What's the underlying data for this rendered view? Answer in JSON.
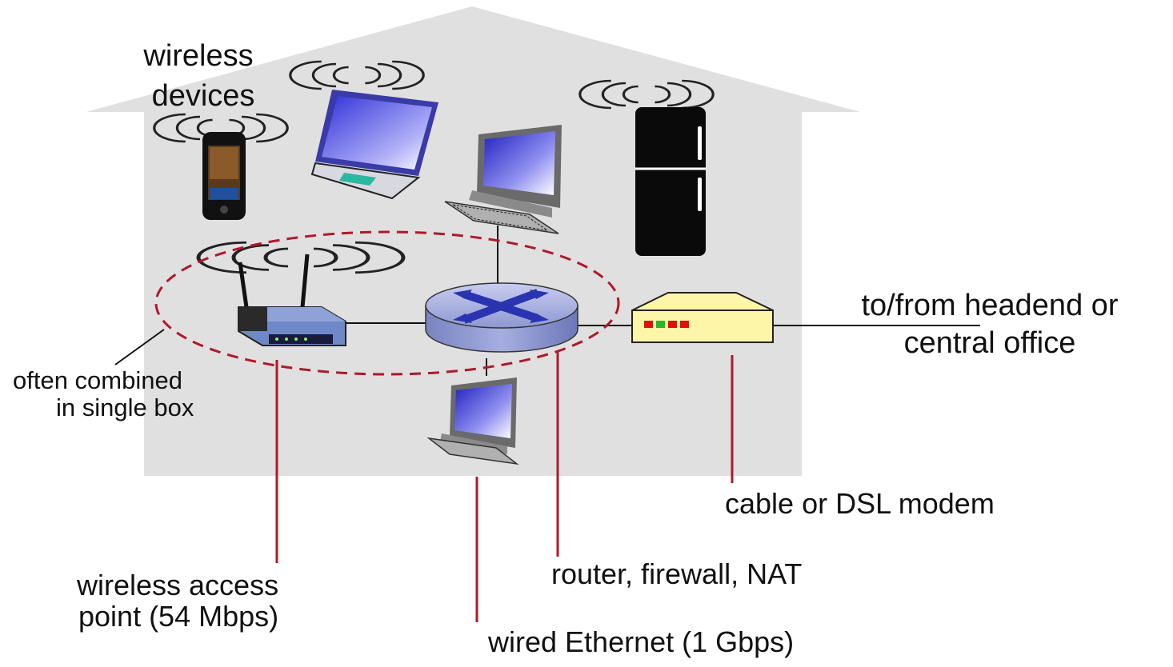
{
  "labels": {
    "wireless_devices_line1": "wireless",
    "wireless_devices_line2": "devices",
    "often_combined_line1": "often combined",
    "often_combined_line2": "in single box",
    "headend_line1": "to/from headend or",
    "headend_line2": "central office",
    "modem": "cable or DSL modem",
    "router": "router, firewall, NAT",
    "access_point_line1": "wireless access",
    "access_point_line2": "point (54 Mbps)",
    "ethernet": "wired Ethernet (1 Gbps)"
  },
  "colors": {
    "house": "#e0e0e0",
    "callout": "#b0182a",
    "router_body": "#9fa8d8",
    "router_x": "#2a33b0",
    "modem_body": "#fdf5a8",
    "modem_leds": [
      "#e01010",
      "#28b828",
      "#e01010",
      "#e01010"
    ],
    "access_point_blue": "#6f88c8",
    "screen": "#3a3ad0",
    "fridge": "#0a0a0a"
  }
}
